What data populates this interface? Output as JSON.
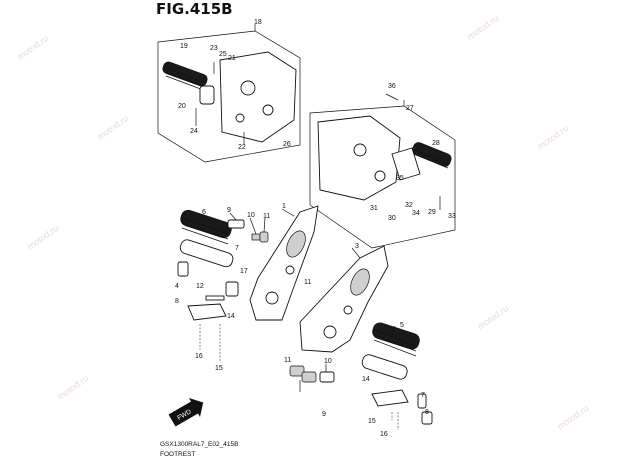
{
  "figure": {
    "title": "FIG.415B",
    "code": "GSX1300RAL7_E02_415B",
    "name": "FOOTREST",
    "watermark": "motod.ru",
    "fwd_label": "FWD"
  },
  "callouts": [
    {
      "id": "c1",
      "label": "1"
    },
    {
      "id": "c3",
      "label": "3"
    },
    {
      "id": "c4",
      "label": "4"
    },
    {
      "id": "c5",
      "label": "5"
    },
    {
      "id": "c6",
      "label": "6"
    },
    {
      "id": "c7a",
      "label": "7"
    },
    {
      "id": "c7b",
      "label": "7"
    },
    {
      "id": "c8a",
      "label": "8"
    },
    {
      "id": "c8b",
      "label": "8"
    },
    {
      "id": "c9a",
      "label": "9"
    },
    {
      "id": "c9b",
      "label": "9"
    },
    {
      "id": "c10a",
      "label": "10"
    },
    {
      "id": "c10b",
      "label": "10"
    },
    {
      "id": "c11a",
      "label": "11"
    },
    {
      "id": "c11b",
      "label": "11"
    },
    {
      "id": "c11c",
      "label": "11"
    },
    {
      "id": "c12",
      "label": "12"
    },
    {
      "id": "c14a",
      "label": "14"
    },
    {
      "id": "c14b",
      "label": "14"
    },
    {
      "id": "c15a",
      "label": "15"
    },
    {
      "id": "c15b",
      "label": "15"
    },
    {
      "id": "c16a",
      "label": "16"
    },
    {
      "id": "c16b",
      "label": "16"
    },
    {
      "id": "c17",
      "label": "17"
    },
    {
      "id": "c18",
      "label": "18"
    },
    {
      "id": "c19",
      "label": "19"
    },
    {
      "id": "c20",
      "label": "20"
    },
    {
      "id": "c21",
      "label": "21"
    },
    {
      "id": "c22",
      "label": "22"
    },
    {
      "id": "c23",
      "label": "23"
    },
    {
      "id": "c24",
      "label": "24"
    },
    {
      "id": "c25",
      "label": "25"
    },
    {
      "id": "c26",
      "label": "26"
    },
    {
      "id": "c27",
      "label": "27"
    },
    {
      "id": "c28",
      "label": "28"
    },
    {
      "id": "c29",
      "label": "29"
    },
    {
      "id": "c30",
      "label": "30"
    },
    {
      "id": "c31",
      "label": "31"
    },
    {
      "id": "c32",
      "label": "32"
    },
    {
      "id": "c33",
      "label": "33"
    },
    {
      "id": "c34",
      "label": "34"
    },
    {
      "id": "c35",
      "label": "35"
    },
    {
      "id": "c36",
      "label": "36"
    }
  ]
}
